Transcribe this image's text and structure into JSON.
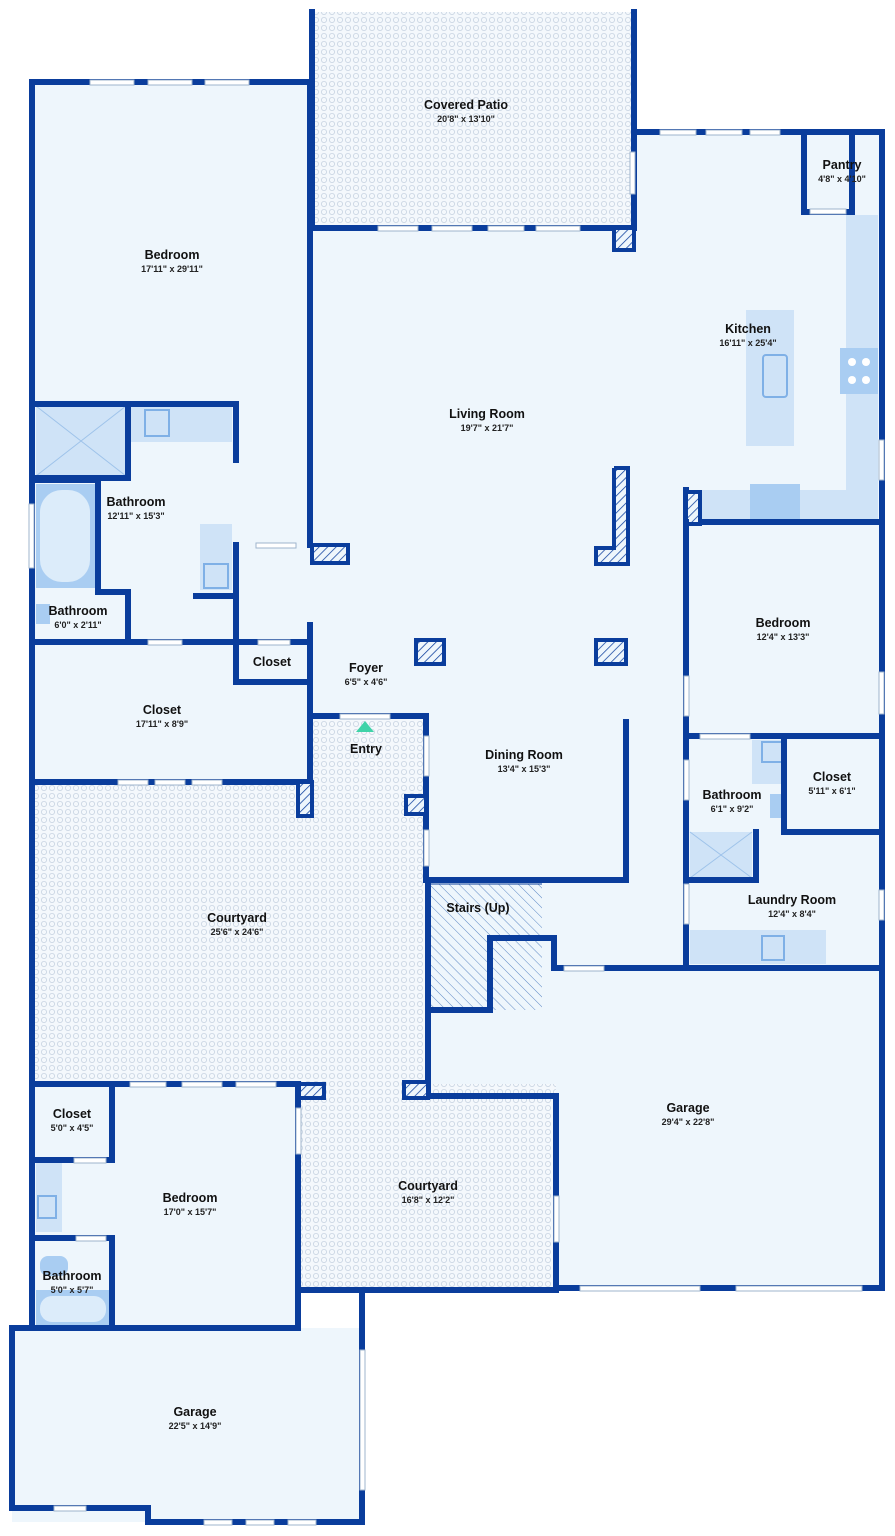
{
  "plan": {
    "entry_label": "Entry",
    "rooms": [
      {
        "name": "Covered Patio",
        "dim": "20'8\" x 13'10\""
      },
      {
        "name": "Bedroom",
        "dim": "17'11\" x 29'11\""
      },
      {
        "name": "Pantry",
        "dim": "4'8\" x 4'10\""
      },
      {
        "name": "Kitchen",
        "dim": "16'11\" x 25'4\""
      },
      {
        "name": "Living Room",
        "dim": "19'7\" x 21'7\""
      },
      {
        "name": "Bathroom",
        "dim": "12'11\" x 15'3\""
      },
      {
        "name": "Bathroom",
        "dim": "6'0\" x 2'11\""
      },
      {
        "name": "Closet",
        "dim": ""
      },
      {
        "name": "Foyer",
        "dim": "6'5\" x 4'6\""
      },
      {
        "name": "Bedroom",
        "dim": "12'4\" x 13'3\""
      },
      {
        "name": "Closet",
        "dim": "17'11\" x 8'9\""
      },
      {
        "name": "Dining Room",
        "dim": "13'4\" x 15'3\""
      },
      {
        "name": "Bathroom",
        "dim": "6'1\" x 9'2\""
      },
      {
        "name": "Closet",
        "dim": "5'11\" x 6'1\""
      },
      {
        "name": "Stairs (Up)",
        "dim": ""
      },
      {
        "name": "Laundry Room",
        "dim": "12'4\" x 8'4\""
      },
      {
        "name": "Courtyard",
        "dim": "25'6\" x 24'6\""
      },
      {
        "name": "Garage",
        "dim": "29'4\" x 22'8\""
      },
      {
        "name": "Closet",
        "dim": "5'0\" x 4'5\""
      },
      {
        "name": "Bedroom",
        "dim": "17'0\" x 15'7\""
      },
      {
        "name": "Courtyard",
        "dim": "16'8\" x 12'2\""
      },
      {
        "name": "Bathroom",
        "dim": "5'0\" x 5'7\""
      },
      {
        "name": "Garage",
        "dim": "22'5\" x 14'9\""
      }
    ]
  },
  "colors": {
    "wall": "#0a3d9c",
    "floor": "#eef6fc",
    "fixture": "#cfe3f7",
    "entry_marker": "#3fd3a8"
  }
}
